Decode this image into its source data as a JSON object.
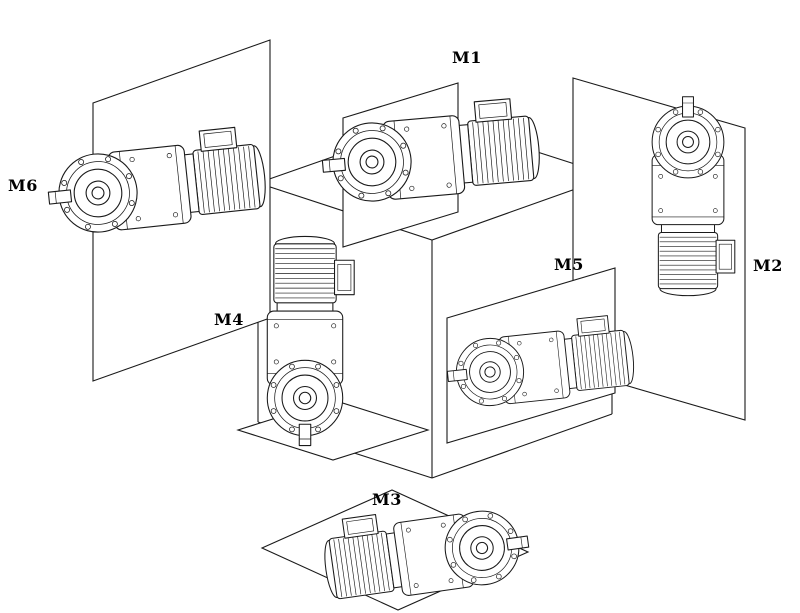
{
  "diagram": {
    "labels": [
      {
        "id": "M1",
        "text": "M1"
      },
      {
        "id": "M2",
        "text": "M2"
      },
      {
        "id": "M3",
        "text": "M3"
      },
      {
        "id": "M4",
        "text": "M4"
      },
      {
        "id": "M5",
        "text": "M5"
      },
      {
        "id": "M6",
        "text": "M6"
      }
    ],
    "colors": {
      "line": "#1a1a1a",
      "background": "#ffffff"
    }
  }
}
